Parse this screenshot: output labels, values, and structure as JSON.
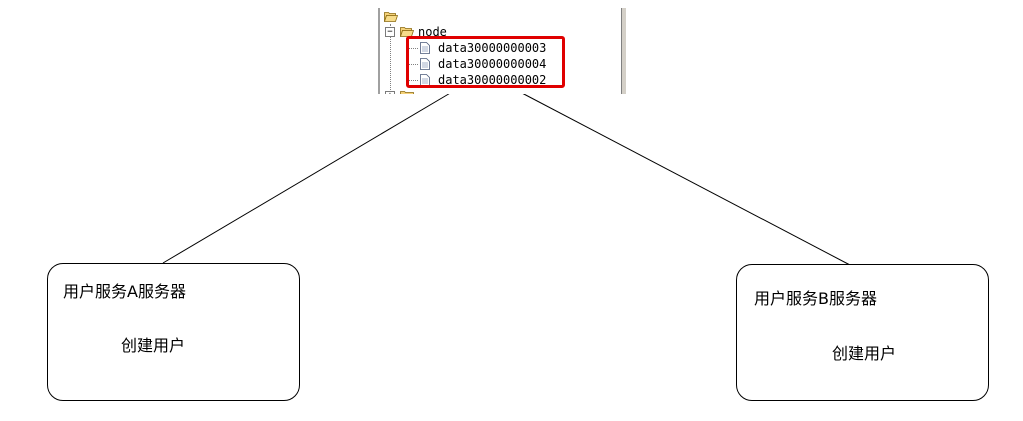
{
  "tree": {
    "parent_label": "node",
    "children": [
      {
        "label": "data30000000003"
      },
      {
        "label": "data30000000004"
      },
      {
        "label": "data30000000002"
      }
    ]
  },
  "servers": [
    {
      "title": "用户服务A服务器",
      "action": "创建用户"
    },
    {
      "title": "用户服务B服务器",
      "action": "创建用户"
    }
  ],
  "colors": {
    "highlight": "#e00000",
    "connector": "#000000",
    "folder": "#e8b84a"
  }
}
